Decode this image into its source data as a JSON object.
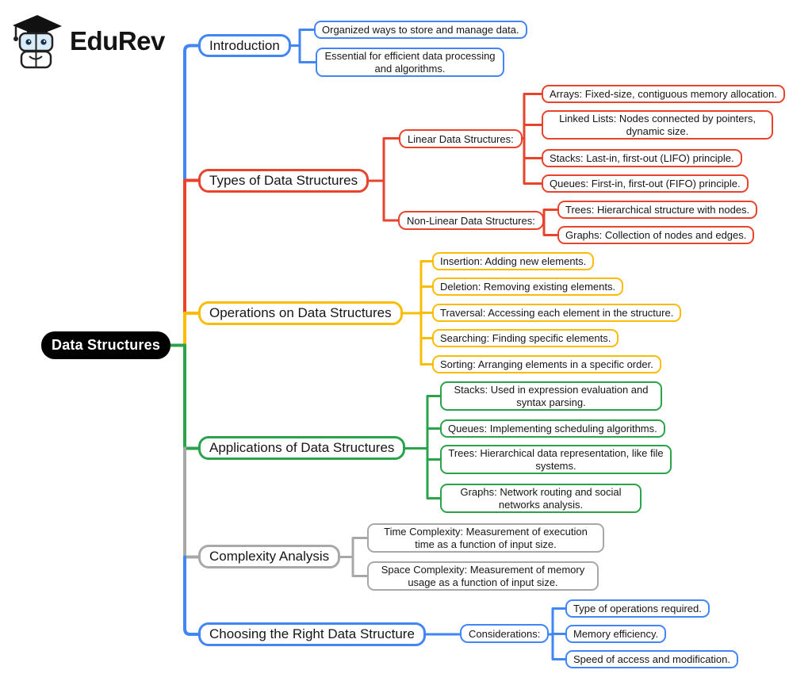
{
  "brand": {
    "name": "EduRev"
  },
  "root": {
    "label": "Data Structures"
  },
  "palette": {
    "blue": "#4285F4",
    "red": "#E8432D",
    "yellow": "#FBBC05",
    "green": "#2BA24C",
    "gray": "#A8A8A8",
    "root_bg": "#000000",
    "root_text": "#FFFFFF"
  },
  "branches": [
    {
      "label": "Introduction",
      "color": "#4285F4",
      "children": [
        {
          "label": "Organized ways to store and manage data."
        },
        {
          "label": "Essential for efficient data processing and algorithms."
        }
      ]
    },
    {
      "label": "Types of Data Structures",
      "color": "#E8432D",
      "groups": [
        {
          "label": "Linear Data Structures:",
          "children": [
            {
              "label": "Arrays: Fixed-size, contiguous memory allocation."
            },
            {
              "label": "Linked Lists: Nodes connected by pointers, dynamic size."
            },
            {
              "label": "Stacks: Last-in, first-out (LIFO) principle."
            },
            {
              "label": "Queues: First-in, first-out (FIFO) principle."
            }
          ]
        },
        {
          "label": "Non-Linear Data Structures:",
          "children": [
            {
              "label": "Trees: Hierarchical structure with nodes."
            },
            {
              "label": "Graphs: Collection of nodes and edges."
            }
          ]
        }
      ]
    },
    {
      "label": "Operations on Data Structures",
      "color": "#FBBC05",
      "children": [
        {
          "label": "Insertion: Adding new elements."
        },
        {
          "label": "Deletion: Removing existing elements."
        },
        {
          "label": "Traversal: Accessing each element in the structure."
        },
        {
          "label": "Searching: Finding specific elements."
        },
        {
          "label": "Sorting: Arranging elements in a specific order."
        }
      ]
    },
    {
      "label": "Applications of Data Structures",
      "color": "#2BA24C",
      "children": [
        {
          "label": "Stacks: Used in expression evaluation and syntax parsing."
        },
        {
          "label": "Queues: Implementing scheduling algorithms."
        },
        {
          "label": "Trees: Hierarchical data representation, like file systems."
        },
        {
          "label": "Graphs: Network routing and social networks analysis."
        }
      ]
    },
    {
      "label": "Complexity Analysis",
      "color": "#A8A8A8",
      "children": [
        {
          "label": "Time Complexity: Measurement of execution time as a function of input size."
        },
        {
          "label": "Space Complexity: Measurement of memory usage as a function of input size."
        }
      ]
    },
    {
      "label": "Choosing the Right Data Structure",
      "color": "#4285F4",
      "groups": [
        {
          "label": "Considerations:",
          "children": [
            {
              "label": "Type of operations required."
            },
            {
              "label": "Memory efficiency."
            },
            {
              "label": "Speed of access and modification."
            }
          ]
        }
      ]
    }
  ]
}
